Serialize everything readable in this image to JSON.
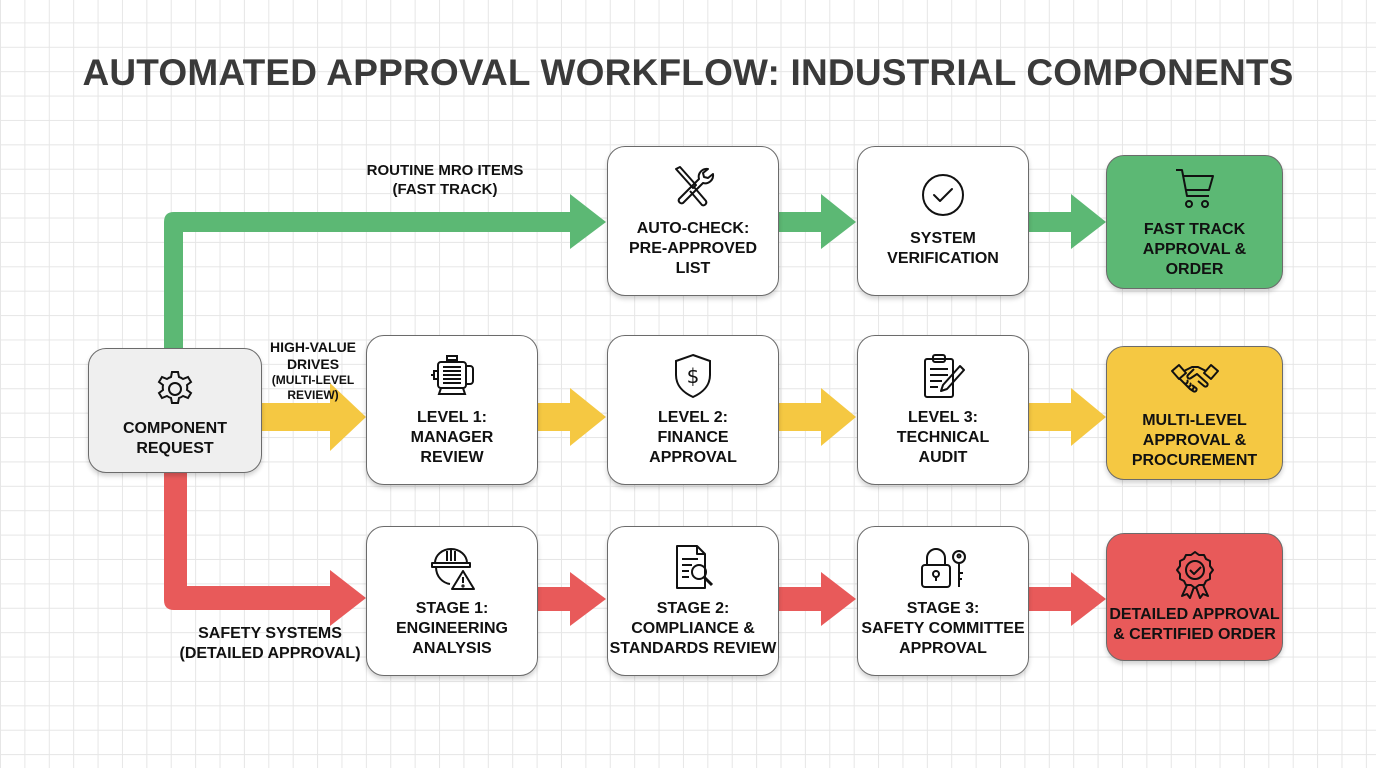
{
  "title": "AUTOMATED APPROVAL WORKFLOW: INDUSTRIAL COMPONENTS",
  "colors": {
    "fast_track": "#5cb874",
    "multi_level": "#f5c842",
    "safety": "#e85a5a",
    "start_box": "#efefef",
    "title_text": "#3a3a3a"
  },
  "start": {
    "label": "COMPONENT\nREQUEST",
    "icon": "gear-icon"
  },
  "paths": {
    "fast_track": {
      "label": "ROUTINE MRO ITEMS\n(FAST TRACK)"
    },
    "multi_level": {
      "label_main": "HIGH-VALUE\nDRIVES",
      "label_sub": "(MULTI-LEVEL\nREVIEW)"
    },
    "safety": {
      "label": "SAFETY SYSTEMS\n(DETAILED APPROVAL)"
    }
  },
  "rows": {
    "fast_track": {
      "steps": [
        {
          "label": "AUTO-CHECK:\nPRE-APPROVED\nLIST",
          "icon": "tools-icon"
        },
        {
          "label": "SYSTEM\nVERIFICATION",
          "icon": "check-circle-icon"
        }
      ],
      "outcome": {
        "label": "FAST TRACK\nAPPROVAL &\nORDER",
        "icon": "shopping-cart-icon"
      }
    },
    "multi_level": {
      "steps": [
        {
          "label": "LEVEL 1:\nMANAGER\nREVIEW",
          "icon": "motor-icon"
        },
        {
          "label": "LEVEL 2:\nFINANCE\nAPPROVAL",
          "icon": "shield-dollar-icon"
        },
        {
          "label": "LEVEL 3:\nTECHNICAL\nAUDIT",
          "icon": "clipboard-pen-icon"
        }
      ],
      "outcome": {
        "label": "MULTI-LEVEL\nAPPROVAL &\nPROCUREMENT",
        "icon": "handshake-icon"
      }
    },
    "safety": {
      "steps": [
        {
          "label": "STAGE 1:\nENGINEERING\nANALYSIS",
          "icon": "hardhat-warning-icon"
        },
        {
          "label": "STAGE 2:\nCOMPLIANCE &\nSTANDARDS REVIEW",
          "icon": "document-search-icon"
        },
        {
          "label": "STAGE 3:\nSAFETY COMMITTEE\nAPPROVAL",
          "icon": "lock-key-icon"
        }
      ],
      "outcome": {
        "label": "DETAILED APPROVAL\n& CERTIFIED ORDER",
        "icon": "certified-badge-icon"
      }
    }
  }
}
